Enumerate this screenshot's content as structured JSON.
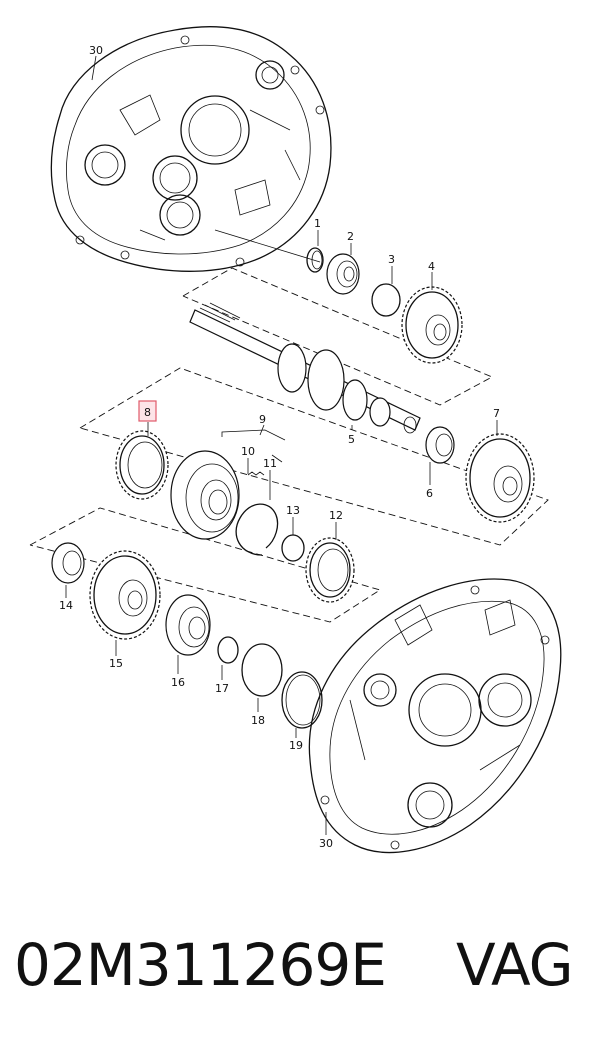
{
  "callouts": {
    "c1": "1",
    "c2": "2",
    "c3": "3",
    "c4": "4",
    "c5": "5",
    "c6": "6",
    "c7": "7",
    "c8": "8",
    "c9": "9",
    "c10": "10",
    "c11": "11",
    "c12": "12",
    "c13": "13",
    "c14": "14",
    "c15": "15",
    "c16": "16",
    "c17": "17",
    "c18": "18",
    "c19": "19",
    "c30a": "30",
    "c30b": "30"
  },
  "highlighted_callout": "8",
  "highlight_color": "#e05a6a",
  "footer": {
    "part_number": "02M311269E",
    "brand": "VAG"
  }
}
